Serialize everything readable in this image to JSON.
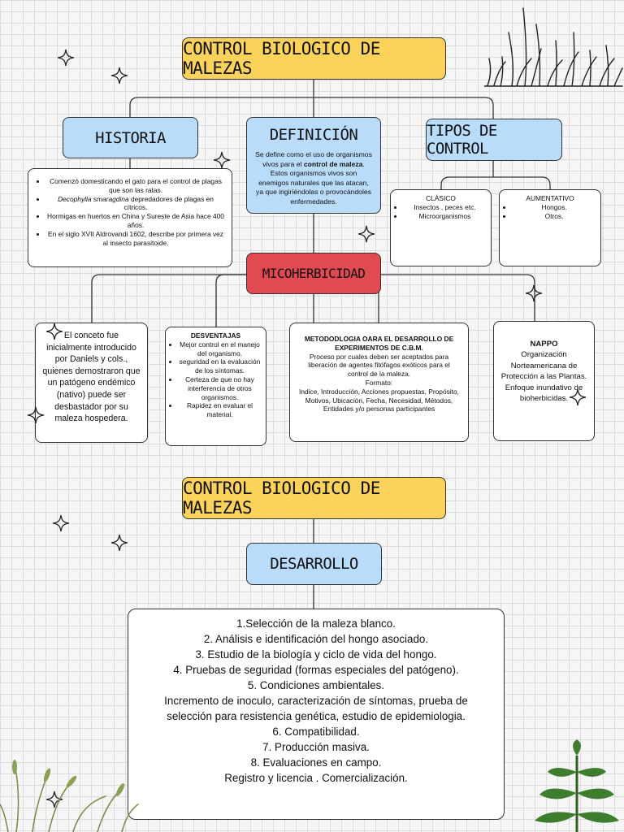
{
  "title_top": "CONTROL BIOLOGICO DE MALEZAS",
  "title_bottom": "CONTROL BIOLOGICO DE MALEZAS",
  "historia": {
    "label": "HISTORIA",
    "items": [
      "Comenzó domesticando el gato para el control de plagas que son las ratas.",
      "depredadores de plagas en cítricos.",
      "Hormigas en huertos en China y Sureste de Asia hace 400 años.",
      "En el siglo XVII Aldrovandi 1602, describe por primera vez al insecto parasitoide."
    ],
    "italic_species": "Decophylla smaragdina"
  },
  "definicion": {
    "label": "DEFINICIÓN",
    "text_a": "Se define como el uso de organismos vivos para el",
    "text_bold": "control de maleza",
    "text_b": ". Estos organismos vivos son enemigos naturales que las atacan, ya que ingiriéndolas o provocándoles enfermedades."
  },
  "tipos": {
    "label": "TIPOS DE CONTROL",
    "clasico": {
      "title": "CLÁSICO",
      "items": [
        "Insectos , peces etc.",
        "Microorganismos"
      ]
    },
    "aumentativo": {
      "title": "AUMENTATIVO",
      "items": [
        "Hongos.",
        "Otros."
      ]
    }
  },
  "micoherbicidad": {
    "label": "MICOHERBICIDAD"
  },
  "concepto": {
    "text": "El conceto fue inicialmente introducido por Daniels y cols., quienes demostraron que un patógeno endémico (nativo) puede ser desbastador por su maleza hospedera."
  },
  "desventajas": {
    "title": "DESVENTAJAS",
    "items": [
      "Mejor control en el manejo del organismo.",
      "seguridad en la evaluación de los síntomas.",
      "Certeza de que no hay interferencia de otros organismos.",
      "Rapidez en evaluar el material."
    ]
  },
  "metodologia": {
    "title": "METODODLOGIA OARA EL DESARROLLO DE EXPERIMENTOS DE C.B.M.",
    "text": "Proceso por cuales deben ser aceptados para liberación de agentes fitófagos exóticos para el control de la maleza.",
    "formato_label": "Formato:",
    "formato": "Indice, Introducción, Acciones propuestas, Propósito, Motivos, Ubicación, Fecha, Necesidad, Métodos, Entidades y/o personas participantes"
  },
  "nappo": {
    "title": "NAPPO",
    "text": "Organización Norteamericana de Protección a las Plantas.",
    "text2": "Enfoque inundativo de bioherbicidas."
  },
  "desarrollo": {
    "label": "DESARROLLO",
    "lines": [
      "1.Selección de la maleza blanco.",
      "2. Análisis e identificación del hongo asociado.",
      "3. Estudio de la biología y ciclo de vida del hongo.",
      "4. Pruebas de seguridad (formas especiales del patógeno).",
      "5. Condiciones ambientales.",
      "Incremento de inoculo, caracterización de síntomas, prueba de selección para resistencia genética, estudio de epidemiologia.",
      "6. Compatibilidad.",
      "7. Producción masiva.",
      "8. Evaluaciones en campo.",
      "Registro y licencia . Comercialización."
    ]
  },
  "colors": {
    "yellow": "#fbd25a",
    "blue": "#b9dcfb",
    "red": "#e24a52",
    "plant": "#3f7d2e"
  },
  "icons": [
    "sparkle-icon",
    "grass-icon",
    "plant-icon",
    "wheat-icon"
  ]
}
